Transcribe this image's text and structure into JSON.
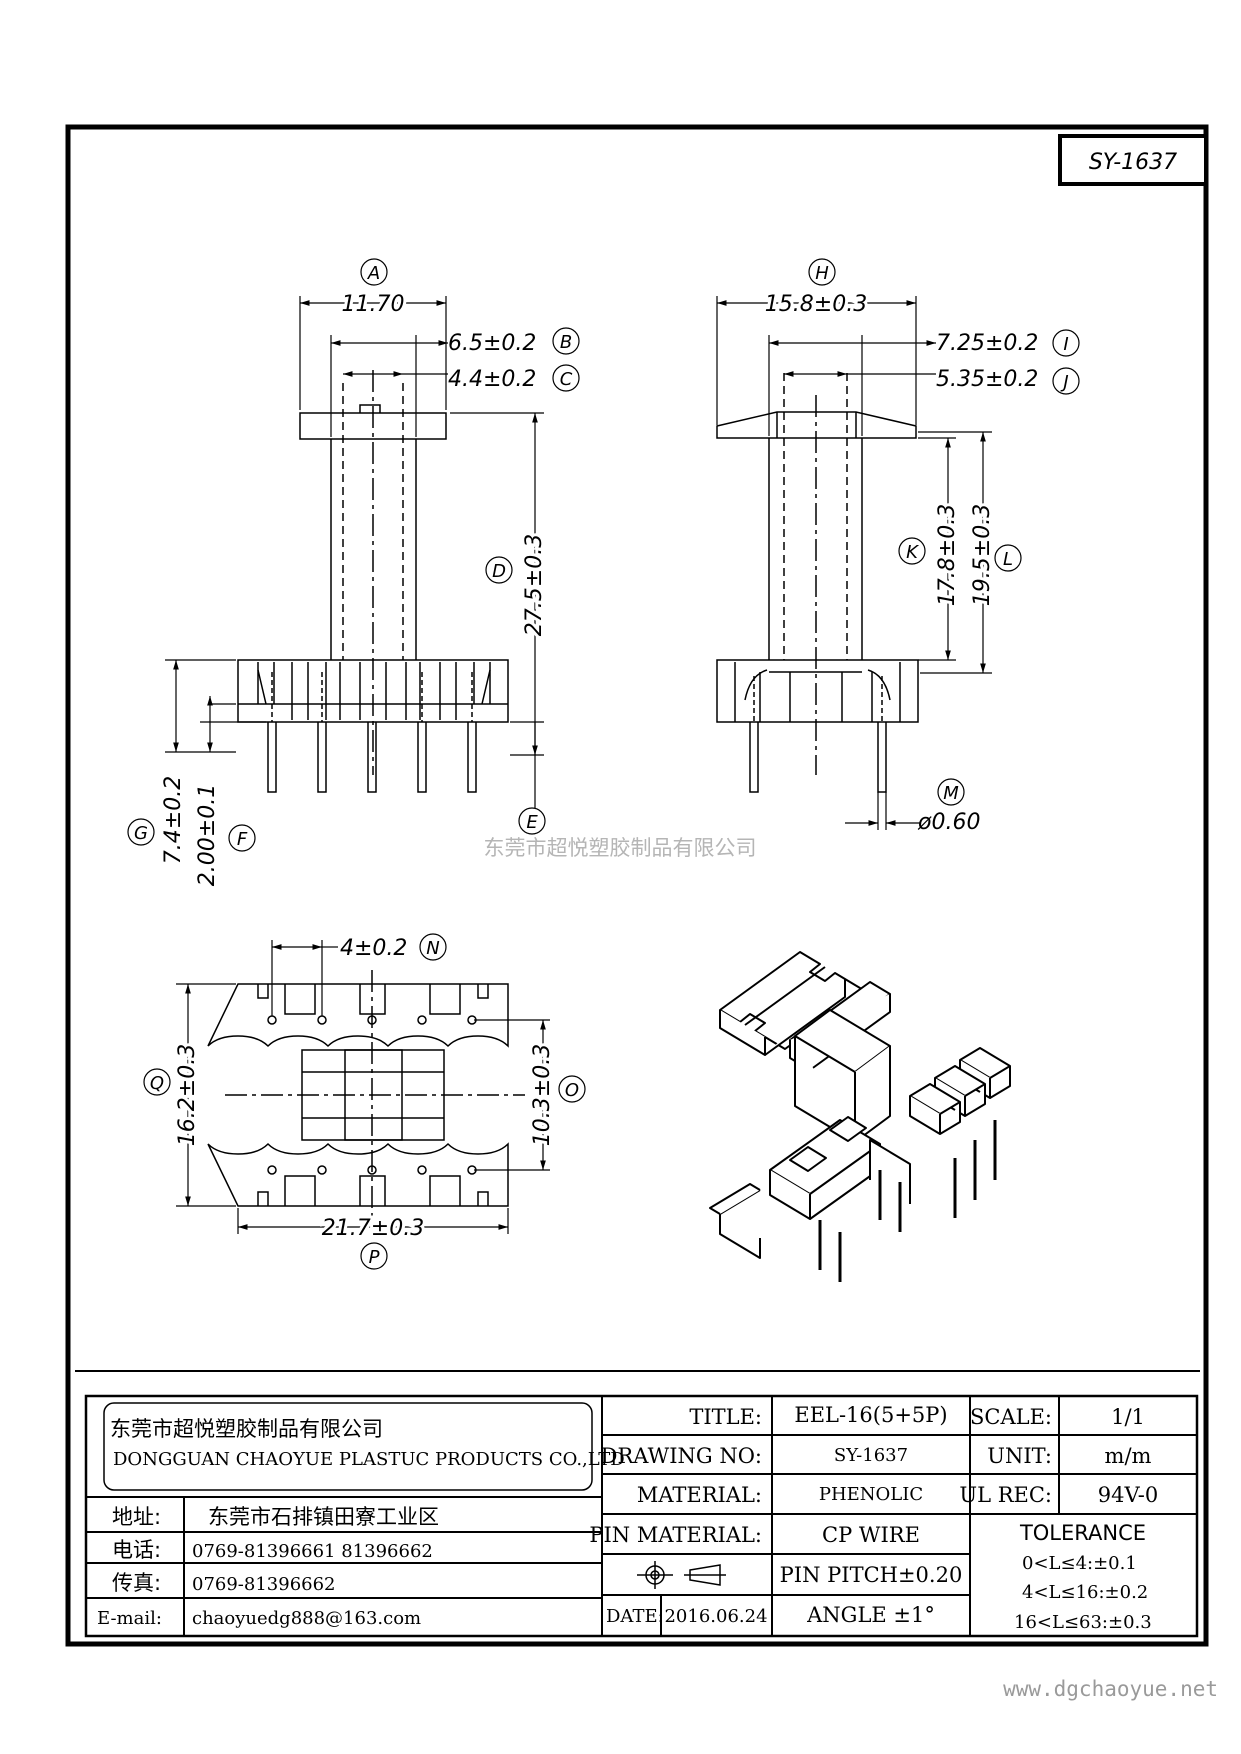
{
  "drawing_number": "SY-1637",
  "watermark": "东莞市超悦塑胶制品有限公司",
  "website": "www.dgchaoyue.net",
  "dimensions": {
    "A": {
      "label": "A",
      "value": "11.70"
    },
    "B": {
      "label": "B",
      "value": "6.5±0.2"
    },
    "C": {
      "label": "C",
      "value": "4.4±0.2"
    },
    "D": {
      "label": "D",
      "value": "27.5±0.3"
    },
    "E": {
      "label": "E"
    },
    "F": {
      "label": "F",
      "value": "2.00±0.1"
    },
    "G": {
      "label": "G",
      "value": "7.4±0.2"
    },
    "H": {
      "label": "H",
      "value": "15.8±0.3"
    },
    "I": {
      "label": "I",
      "value": "7.25±0.2"
    },
    "J": {
      "label": "J",
      "value": "5.35±0.2"
    },
    "K": {
      "label": "K",
      "value": "17.8±0.3"
    },
    "L": {
      "label": "L",
      "value": "19.5±0.3"
    },
    "M": {
      "label": "M",
      "value": "ø0.60"
    },
    "N": {
      "label": "N",
      "value": "4±0.2"
    },
    "O": {
      "label": "O",
      "value": "10.3±0.3"
    },
    "P": {
      "label": "P",
      "value": "21.7±0.3"
    },
    "Q": {
      "label": "Q",
      "value": "16.2±0.3"
    }
  },
  "title_block": {
    "company_cn": "东莞市超悦塑胶制品有限公司",
    "company_en": "DONGGUAN CHAOYUE PLASTUC PRODUCTS CO.,LTD",
    "address_label": "地址:",
    "address": "东莞市石排镇田寮工业区",
    "phone_label": "电话:",
    "phone": "0769-81396661   81396662",
    "fax_label": "传真:",
    "fax": "0769-81396662",
    "email_label": "E-mail:",
    "email": "chaoyuedg888@163.com",
    "title_label": "TITLE:",
    "title": "EEL-16(5+5P)",
    "drawing_no_label": "DRAWING NO:",
    "drawing_no": "SY-1637",
    "material_label": "MATERIAL:",
    "material": "PHENOLIC",
    "pin_material_label": "PIN MATERIAL:",
    "pin_material": "CP WIRE",
    "date_label": "DATE:",
    "date": "2016.06.24",
    "pin_pitch": "PIN PITCH±0.20",
    "angle": "ANGLE  ±1°",
    "scale_label": "SCALE:",
    "scale": "1/1",
    "unit_label": "UNIT:",
    "unit": "m/m",
    "ul_label": "UL REC:",
    "ul": "94V-0",
    "tolerance_label": "TOLERANCE",
    "tolerance": [
      "0<L≤4:±0.1",
      "4<L≤16:±0.2",
      "16<L≤63:±0.3"
    ]
  }
}
